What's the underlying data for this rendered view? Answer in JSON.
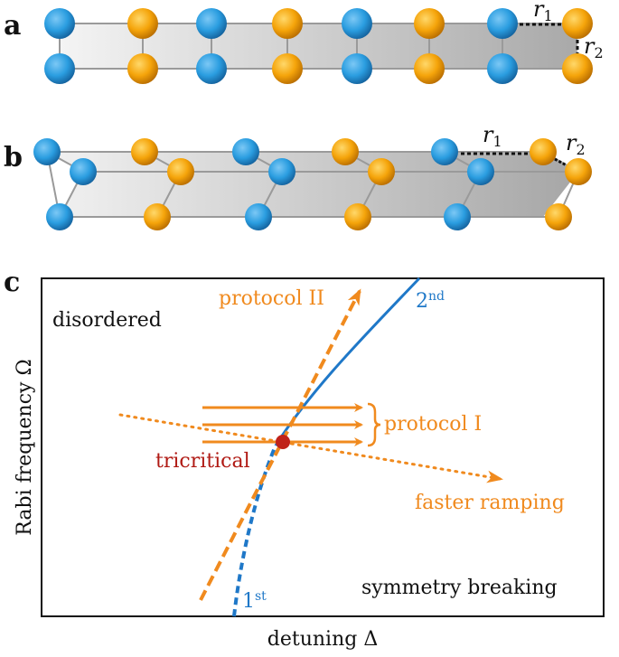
{
  "panels": {
    "a": {
      "label": "a",
      "r1": "r",
      "r1_sub": "1",
      "r2": "r",
      "r2_sub": "2"
    },
    "b": {
      "label": "b",
      "r1": "r",
      "r1_sub": "1",
      "r2": "r",
      "r2_sub": "2"
    },
    "c": {
      "label": "c",
      "region_top_left": "disordered",
      "region_bottom_right": "symmetry breaking",
      "xlabel": "detuning Δ",
      "ylabel": "Rabi frequency Ω",
      "protocol_2": "protocol II",
      "protocol_1": "protocol I",
      "faster_ramping": "faster ramping",
      "tricritical": "tricritical",
      "order_2": "2",
      "order_2_sup": "nd",
      "order_1": "1",
      "order_1_sup": "st"
    }
  },
  "colors": {
    "blue_atom": "#2a9de0",
    "orange_atom": "#f5a40a",
    "blue_line": "#1f78c8",
    "orange_line": "#f08a1e",
    "tricritical_point": "#c0221a",
    "tricritical_text": "#b01a14",
    "text": "#111111"
  }
}
